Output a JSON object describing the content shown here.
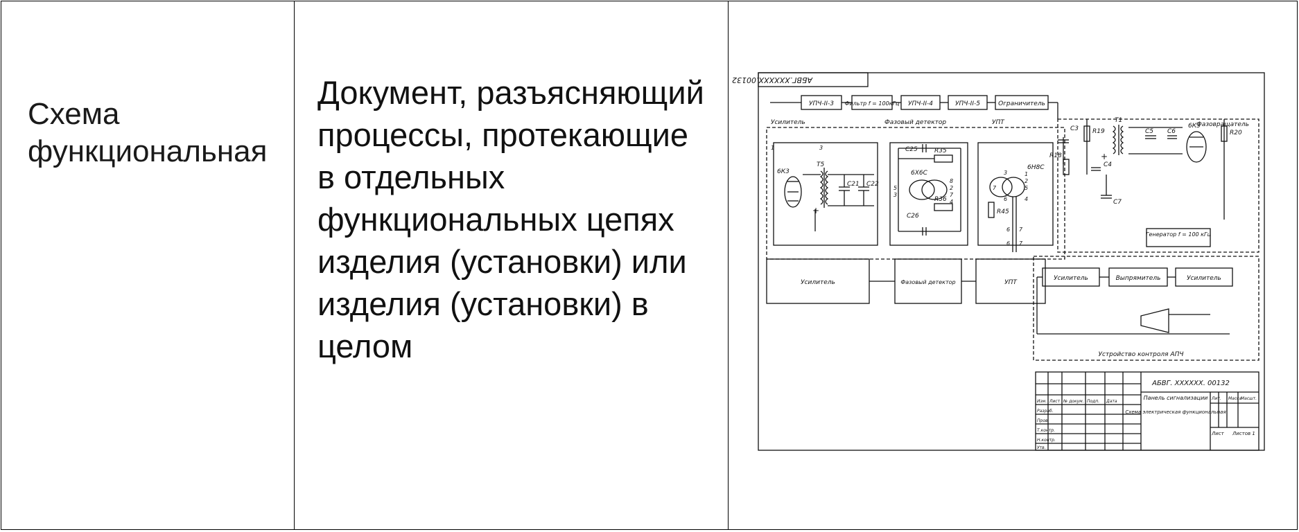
{
  "row": {
    "term": "Схема функциональная",
    "definition": "Документ, разъясняющий процессы, протекающие в отдельных функциональных цепях изделия (установки) или изделия (установки) в целом"
  },
  "drawing": {
    "stamp_top": "АБВГ.XXXXXX.00132",
    "chain_blocks": [
      "УПЧ-II-3",
      "Фильтр f = 100кГц",
      "УПЧ-II-4",
      "УПЧ-II-5",
      "Ограничитель"
    ],
    "section_labels": [
      "Усилитель",
      "Фазовый детектор",
      "УПТ",
      "Фазовращатель"
    ],
    "components": [
      "6К3",
      "Т5",
      "C21",
      "C22",
      "C25",
      "R35",
      "6Х6С",
      "R36",
      "C26",
      "6Н8С",
      "R45",
      "C3",
      "R19",
      "T1",
      "C5",
      "C6",
      "6К3",
      "R20",
      "R18",
      "C4",
      "C7"
    ],
    "pin_labels": [
      "1",
      "3",
      "5",
      "8",
      "3",
      "2",
      "7",
      "4",
      "3",
      "1",
      "2",
      "5",
      "7",
      "6",
      "4",
      "6",
      "7",
      "6",
      "7",
      "+",
      "+"
    ],
    "generator": "Генератор f = 100 кГц",
    "lower_blocks": [
      "Усилитель",
      "Фазовый детектор",
      "УПТ"
    ],
    "apc_blocks": [
      "Усилитель",
      "Выпрямитель",
      "Усилитель"
    ],
    "apc_title": "Устройство контроля АПЧ",
    "title_block": {
      "code": "АБВГ. XXXXXX. 00132",
      "name": "Панель сигнализации",
      "doc_type": "Схема электрическая функциональная",
      "headers": [
        "Изм.",
        "Лист",
        "№ докум.",
        "Подп.",
        "Дата"
      ],
      "roles": [
        "Разраб.",
        "Пров.",
        "Т.контр.",
        "Н.контр.",
        "Утв."
      ],
      "lit": "Лит.",
      "mass": "Масса",
      "scale": "Масшт.",
      "sheet": "Лист",
      "sheets": "Листов 1"
    }
  }
}
